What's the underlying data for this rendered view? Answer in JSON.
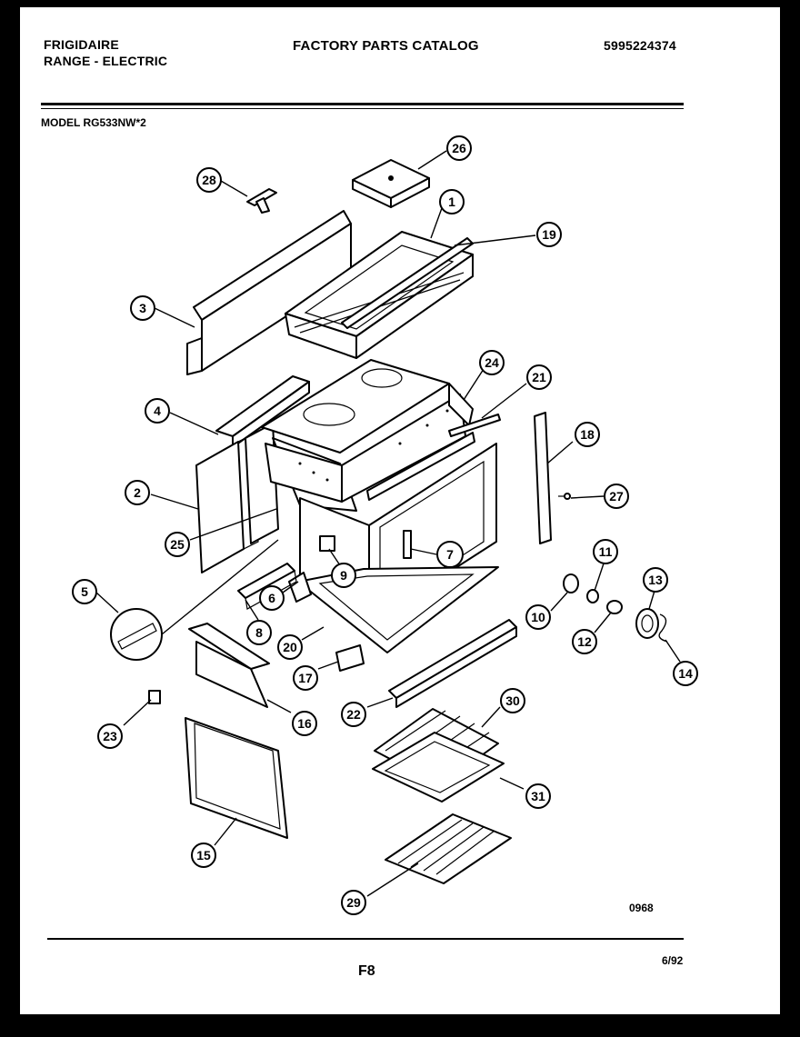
{
  "header": {
    "brand": "FRIGIDAIRE",
    "product": "RANGE - ELECTRIC",
    "title": "FACTORY PARTS CATALOG",
    "catalog_number": "5995224374"
  },
  "model": "MODEL RG533NW*2",
  "footer": {
    "diagram_code": "0968",
    "page": "F8",
    "date": "6/92"
  },
  "callouts": [
    "1",
    "2",
    "3",
    "4",
    "5",
    "6",
    "7",
    "8",
    "9",
    "10",
    "11",
    "12",
    "13",
    "14",
    "15",
    "16",
    "17",
    "18",
    "19",
    "20",
    "21",
    "22",
    "23",
    "24",
    "25",
    "26",
    "27",
    "28",
    "29",
    "30",
    "31"
  ]
}
